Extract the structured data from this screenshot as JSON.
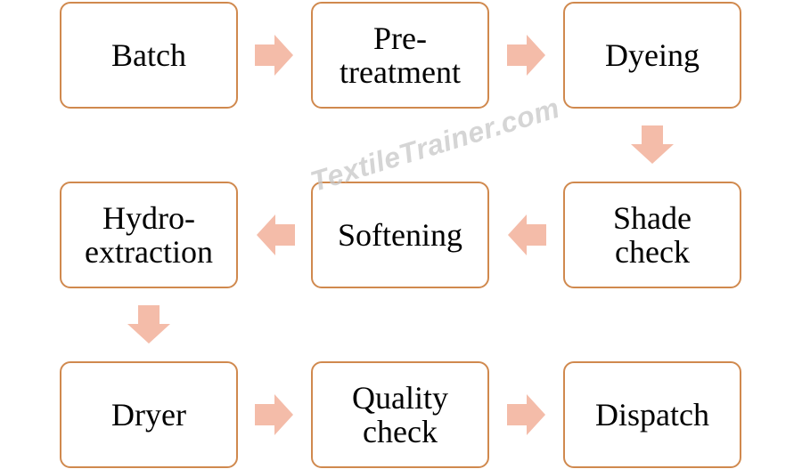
{
  "diagram": {
    "steps": [
      {
        "label": "Batch"
      },
      {
        "label": "Pre-\ntreatment"
      },
      {
        "label": "Dyeing"
      },
      {
        "label": "Shade\ncheck"
      },
      {
        "label": "Softening"
      },
      {
        "label": "Hydro-\nextraction"
      },
      {
        "label": "Dryer"
      },
      {
        "label": "Quality\ncheck"
      },
      {
        "label": "Dispatch"
      }
    ],
    "watermark": "TextileTrainer.com",
    "colors": {
      "box_border": "#d0894e",
      "arrow_fill": "#f4bca9",
      "text": "#000000",
      "watermark": "#c8c8c8"
    }
  }
}
